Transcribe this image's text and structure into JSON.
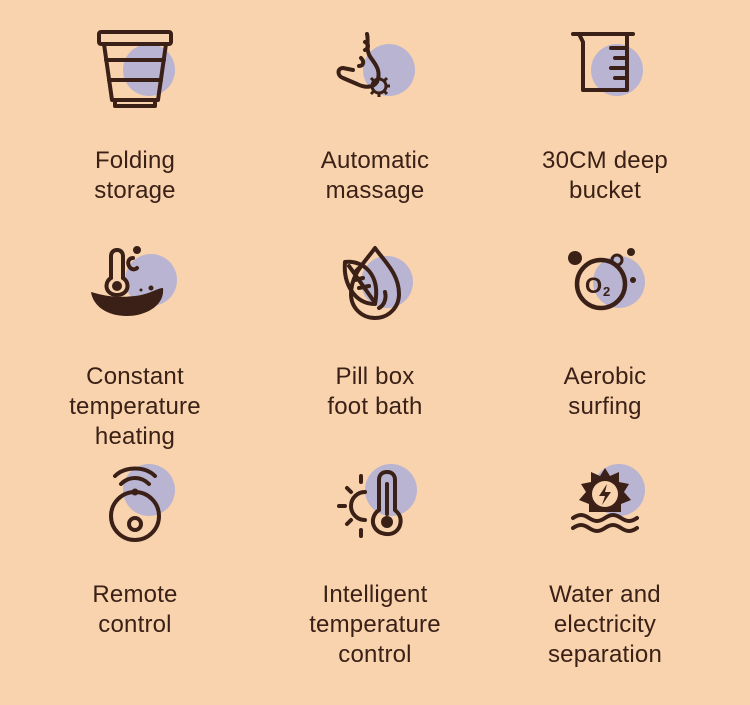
{
  "colors": {
    "background": "#f8d3ad",
    "icon_stroke": "#3a2016",
    "icon_accent_circle": "#b9b4d2",
    "text": "#3a2016"
  },
  "features": [
    {
      "icon": "folding-bucket-icon",
      "line1": "Folding",
      "line2": "storage",
      "line3": ""
    },
    {
      "icon": "foot-massage-icon",
      "line1": "Automatic",
      "line2": "massage",
      "line3": ""
    },
    {
      "icon": "measuring-beaker-icon",
      "line1": "30CM deep",
      "line2": "bucket",
      "line3": ""
    },
    {
      "icon": "thermometer-bowl-icon",
      "line1": "Constant",
      "line2": "temperature",
      "line3": "heating"
    },
    {
      "icon": "leaf-drop-icon",
      "line1": "Pill box",
      "line2": "foot bath",
      "line3": ""
    },
    {
      "icon": "oxygen-bubble-icon",
      "line1": "Aerobic",
      "line2": "surfing",
      "line3": ""
    },
    {
      "icon": "remote-control-icon",
      "line1": "Remote",
      "line2": "control",
      "line3": ""
    },
    {
      "icon": "sun-thermometer-icon",
      "line1": "Intelligent",
      "line2": "temperature",
      "line3": "control"
    },
    {
      "icon": "water-electricity-icon",
      "line1": "Water and",
      "line2": "electricity",
      "line3": "separation"
    }
  ]
}
